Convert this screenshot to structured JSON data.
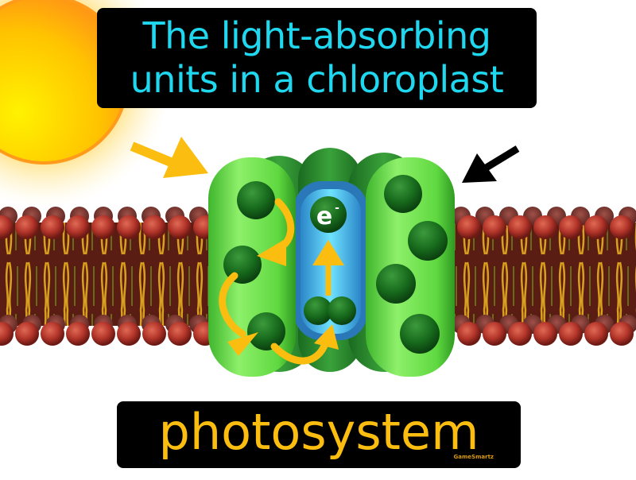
{
  "definition": {
    "lines": [
      "The light-absorbing",
      "units in a chloroplast"
    ],
    "text_color": "#1fd8f0",
    "background": "#000000"
  },
  "term": {
    "label": "photosystem",
    "text_color": "#fbbd0f",
    "background": "#000000"
  },
  "brand": {
    "label": "GameSmartz"
  },
  "diagram": {
    "electron_label": "e",
    "electron_charge": "-",
    "elements": [
      "sun",
      "light-arrow",
      "pointer-arrow",
      "lipid-bilayer-membrane",
      "photosystem-protein-complex",
      "reaction-center",
      "electron",
      "energy-transfer-arrows"
    ],
    "colors": {
      "sun": "#ffc000",
      "light_arrow": "#fbbd0f",
      "pointer_arrow": "#000000",
      "protein_light": "#66e04a",
      "protein_dark": "#1f7a25",
      "pigment": "#145a1a",
      "reaction_center": "#4fc6f0",
      "lipid_head": "#b8382a",
      "lipid_tail": "#d9a020"
    }
  }
}
